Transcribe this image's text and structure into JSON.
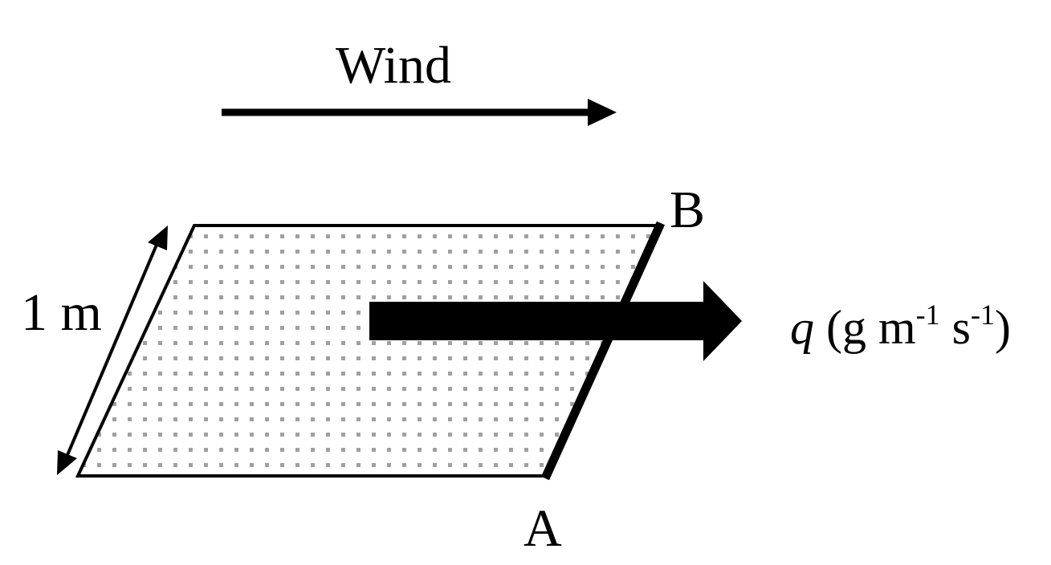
{
  "diagram": {
    "wind_label": "Wind",
    "width_label": "1 m",
    "corner_a_label": "A",
    "corner_b_label": "B",
    "flux_symbol": "q",
    "flux_units": {
      "open": " (g m",
      "exp1": "-1",
      "mid": " s",
      "exp2": "-1",
      "close": ")"
    }
  },
  "colors": {
    "ink": "#000000",
    "dots": "#a0a0a0",
    "background": "#ffffff"
  }
}
